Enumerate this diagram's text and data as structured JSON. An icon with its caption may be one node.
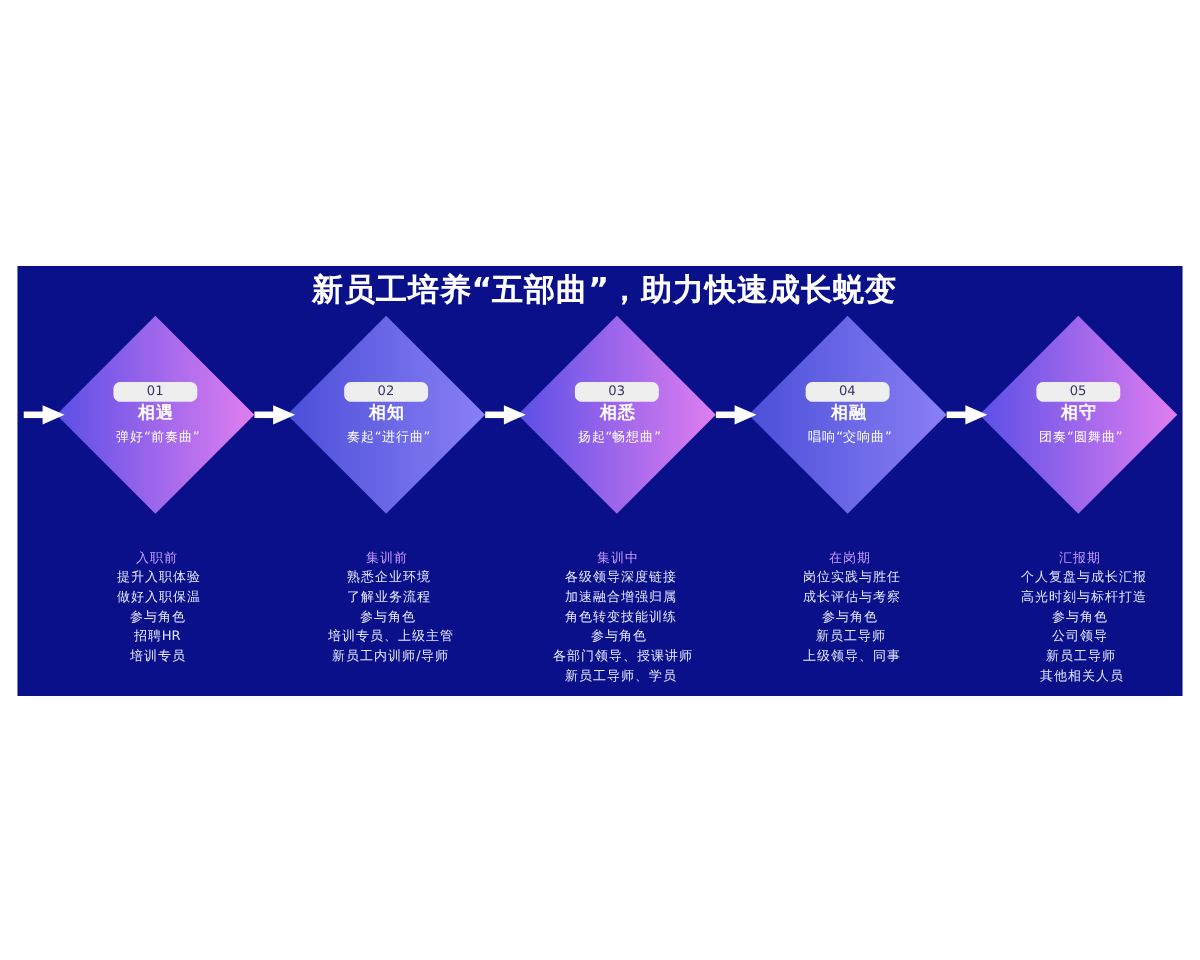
{
  "diagram": {
    "title": "新员工培养“五部曲”，助力快速成长蜕变",
    "nodes": [
      {
        "text": [
          "01",
          "相遇",
          "弹好“前奏曲”"
        ],
        "beside": [
          "入职前",
          "提升入职体验",
          "做好入职保温",
          "参与角色",
          "招聘HR",
          "培训专员"
        ]
      },
      {
        "text": [
          "02",
          "相知",
          "奏起“进行曲”"
        ],
        "beside": [
          "集训前",
          "熟悉企业环境",
          "了解业务流程",
          "参与角色",
          "培训专员、上级主管",
          "新员工内训师/导师"
        ]
      },
      {
        "text": [
          "03",
          "相悉",
          "扬起“畅想曲”"
        ],
        "beside": [
          "集训中",
          "各级领导深度链接",
          "加速融合增强归属",
          "角色转变技能训练",
          "参与角色",
          "各部门领导、授课讲师",
          "新员工导师、学员"
        ]
      },
      {
        "text": [
          "04",
          "相融",
          "唱响“交响曲”"
        ],
        "beside": [
          "在岗期",
          "岗位实践与胜任",
          "成长评估与考察",
          "参与角色",
          "新员工导师",
          "上级领导、同事"
        ]
      },
      {
        "text": [
          "05",
          "相守",
          "团奏“圆舞曲”"
        ],
        "beside": [
          "汇报期",
          "个人复盘与成长汇报",
          "高光时刻与标杆打造",
          "参与角色",
          "公司领导",
          "新员工导师",
          "其他相关人员"
        ]
      }
    ],
    "edges": [
      {
        "from": null,
        "to": 0,
        "arrow": "to"
      },
      {
        "from": 0,
        "to": 1,
        "arrow": "to"
      },
      {
        "from": 1,
        "to": 2,
        "arrow": "to"
      },
      {
        "from": 2,
        "to": 3,
        "arrow": "to"
      },
      {
        "from": 3,
        "to": 4,
        "arrow": "to"
      }
    ]
  }
}
